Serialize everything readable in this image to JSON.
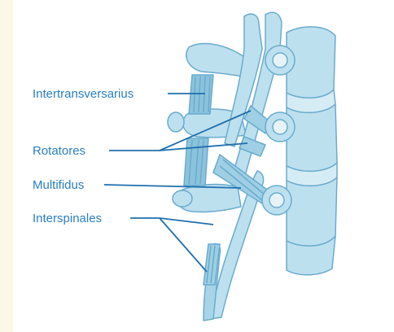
{
  "labels": {
    "intertransversarius": "Intertransversarius",
    "rotatores": "Rotatores",
    "multifidus": "Multifidus",
    "interspinales": "Interspinales"
  },
  "colors": {
    "background": "#ffffff",
    "left_strip": "#fdf8e6",
    "bone_fill": "#bde0ef",
    "bone_shadow": "#8cc3dc",
    "outline": "#6aaccd",
    "label_text": "#2a7fc0",
    "leader_line": "#1f6fae"
  }
}
